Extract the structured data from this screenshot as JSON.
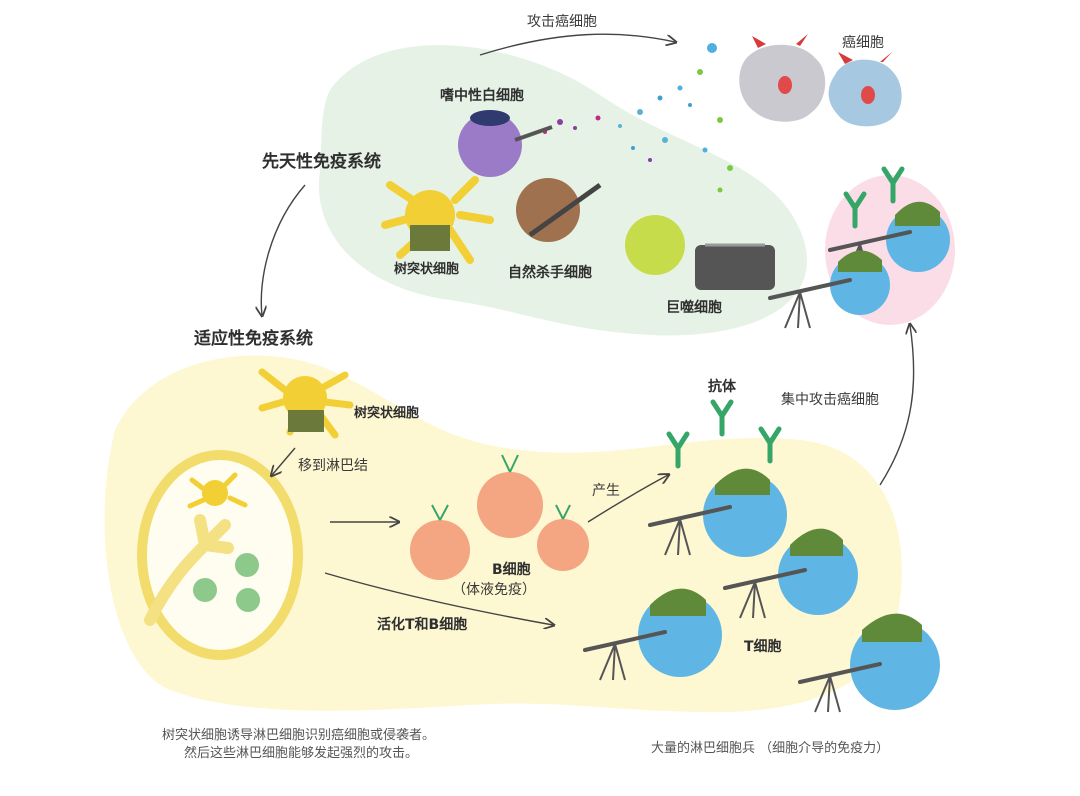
{
  "labels": {
    "attack_cancer_cells": "攻击癌细胞",
    "cancer_cells": "癌细胞",
    "neutrophil": "嗜中性白细胞",
    "innate_immunity": "先天性免疫系统",
    "dendritic_cell_top": "树突状细胞",
    "nk_cell": "自然杀手细胞",
    "macrophage": "巨噬细胞",
    "adaptive_immunity": "适应性免疫系统",
    "dendritic_cell_mid": "树突状细胞",
    "move_to_lymph_node": "移到淋巴结",
    "antibody": "抗体",
    "focus_attack": "集中攻击癌细胞",
    "produce": "产生",
    "b_cell": "B细胞",
    "b_cell_sub": "（体液免疫）",
    "activate_t_b": "活化T和B细胞",
    "t_cell": "T细胞"
  },
  "captions": {
    "left_line1": "树突状细胞诱导淋巴细胞识别癌细胞或侵袭者。",
    "left_line2": "然后这些淋巴细胞能够发起强烈的攻击。",
    "right": "大量的淋巴细胞兵 （细胞介导的免疫力）"
  },
  "colors": {
    "innate_region": "#e6f2e6",
    "adaptive_region": "#fdf7d2",
    "pink_region": "#fbdde8",
    "neutrophil": "#9b7bc7",
    "nk_cell": "#a0714f",
    "macrophage": "#c7dc4a",
    "dendritic": "#f2cf34",
    "b_cell": "#f4a581",
    "t_cell": "#5fb6e4",
    "helmet": "#5e8a3a",
    "cancer": "#c9c9cf",
    "antibody": "#35a668"
  }
}
